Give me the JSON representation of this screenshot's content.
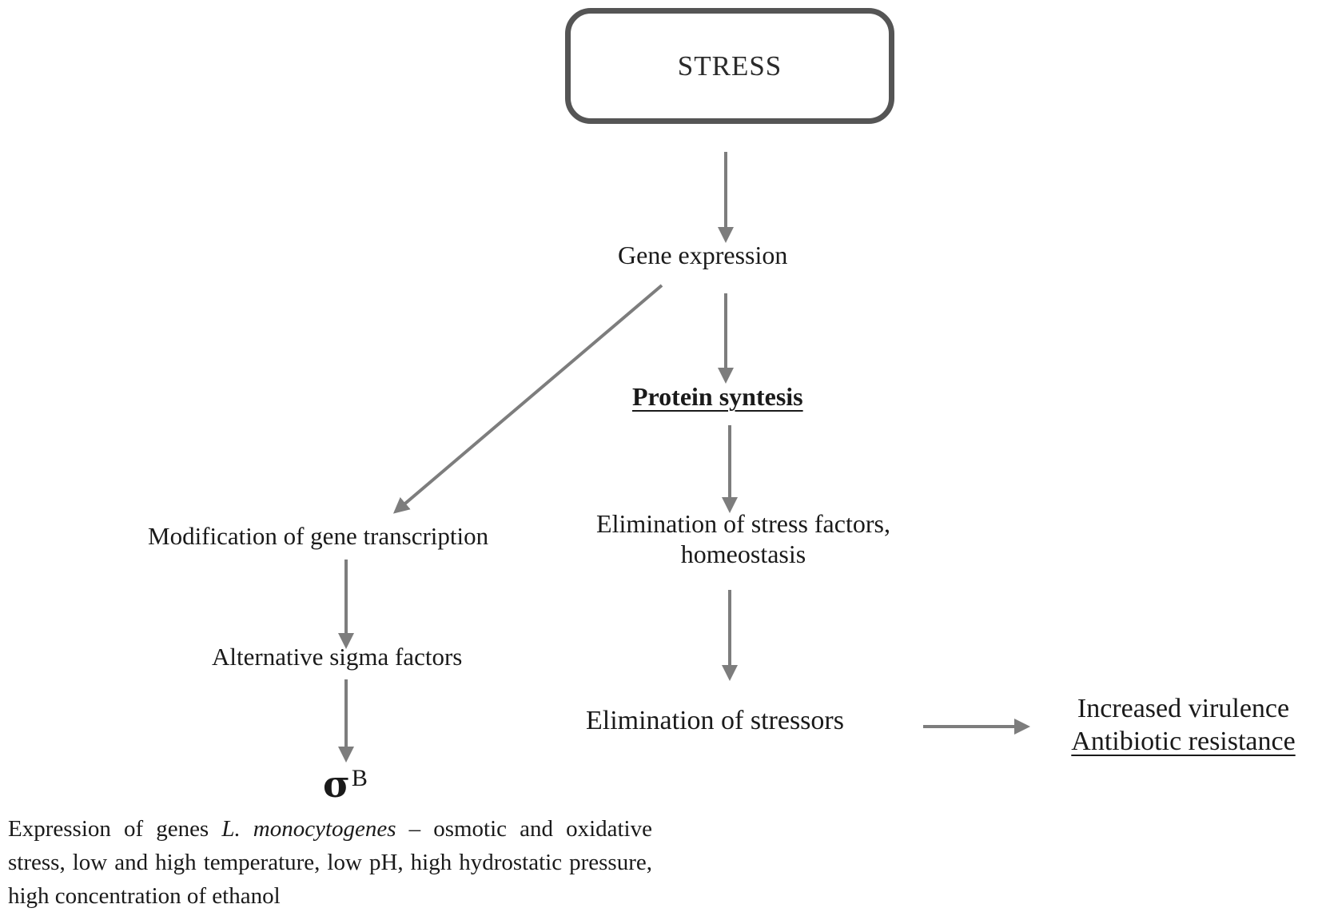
{
  "nodes": {
    "stress": "STRESS",
    "gene_expression": "Gene expression",
    "protein_synthesis": "Protein syntesis",
    "modification": "Modification of gene transcription",
    "elimination_factors_line1": "Elimination of stress factors,",
    "elimination_factors_line2": "homeostasis",
    "alternative_sigma": "Alternative sigma factors",
    "sigma_symbol": "σ",
    "sigma_superscript": "B",
    "elimination_stressors": "Elimination of stressors",
    "outcome_line1": "Increased virulence",
    "outcome_line2": "Antibiotic resistance"
  },
  "expression_text": {
    "prefix": "Expression of genes ",
    "organism": "L. monocytogenes",
    "suffix": " – osmotic and oxidative stress, low and high temperature, low pH, high hydrostatic pressure, high concentration of ethanol"
  },
  "colors": {
    "arrow": "#7d7d7d",
    "box_border": "#555555",
    "text": "#1a1a1a"
  }
}
